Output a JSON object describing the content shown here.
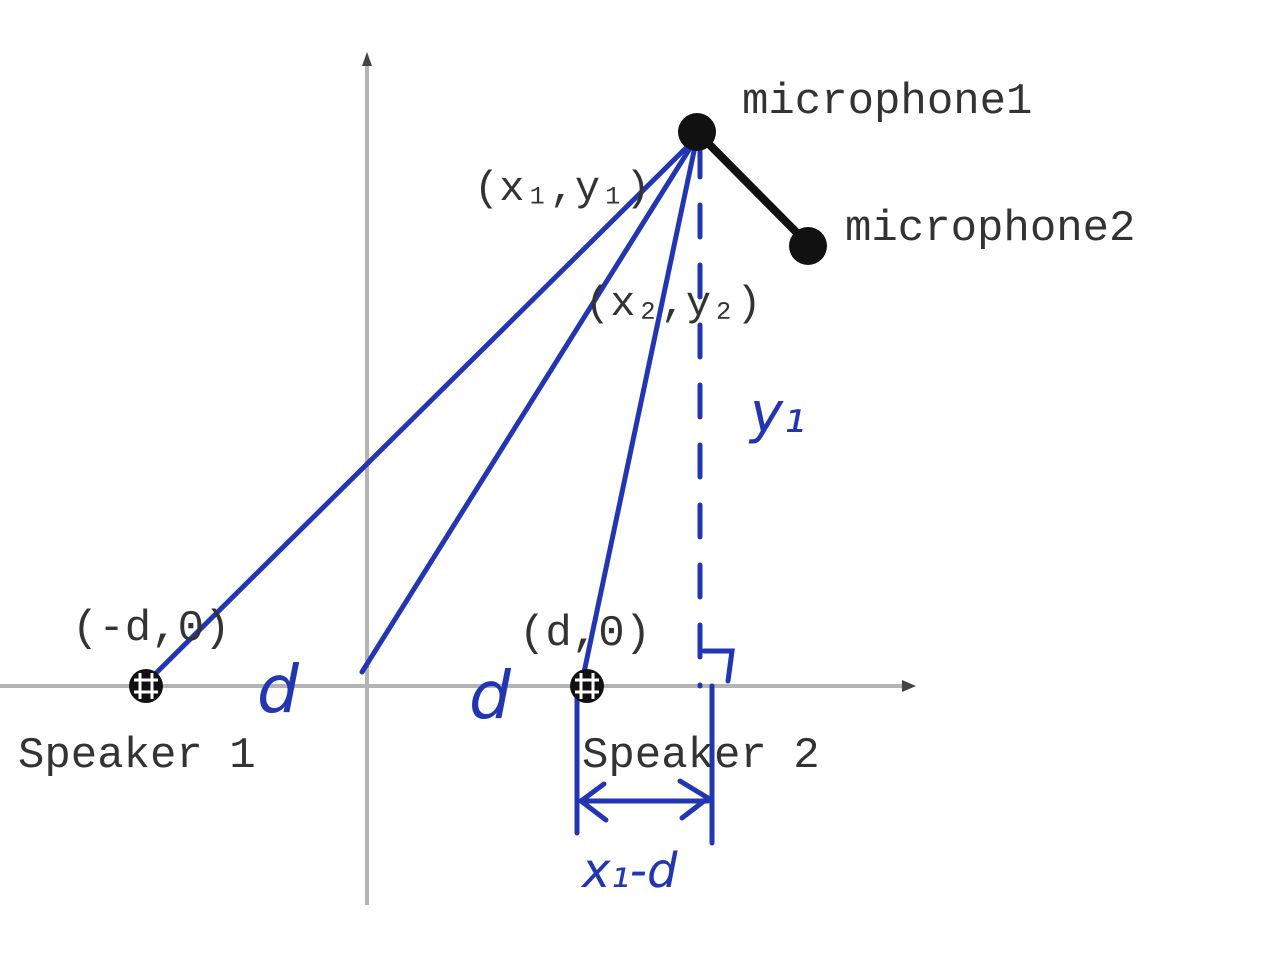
{
  "labels": {
    "microphone1": "microphone1",
    "microphone2": "microphone2",
    "mic1_coords": "(x₁,y₁)",
    "mic2_coords": "(x₂,y₂)",
    "speaker1_coords": "(-d,0)",
    "speaker2_coords": "(d,0)",
    "speaker1": "Speaker 1",
    "speaker2": "Speaker 2"
  },
  "annotations": {
    "d_left": "d",
    "d_right": "d",
    "y1": "y₁",
    "x1_minus_d": "x₁-d"
  },
  "colors": {
    "axis": "#b4b4b4",
    "ink": "#2236b4",
    "printed_text": "#333333",
    "mic_fill": "#111111"
  }
}
